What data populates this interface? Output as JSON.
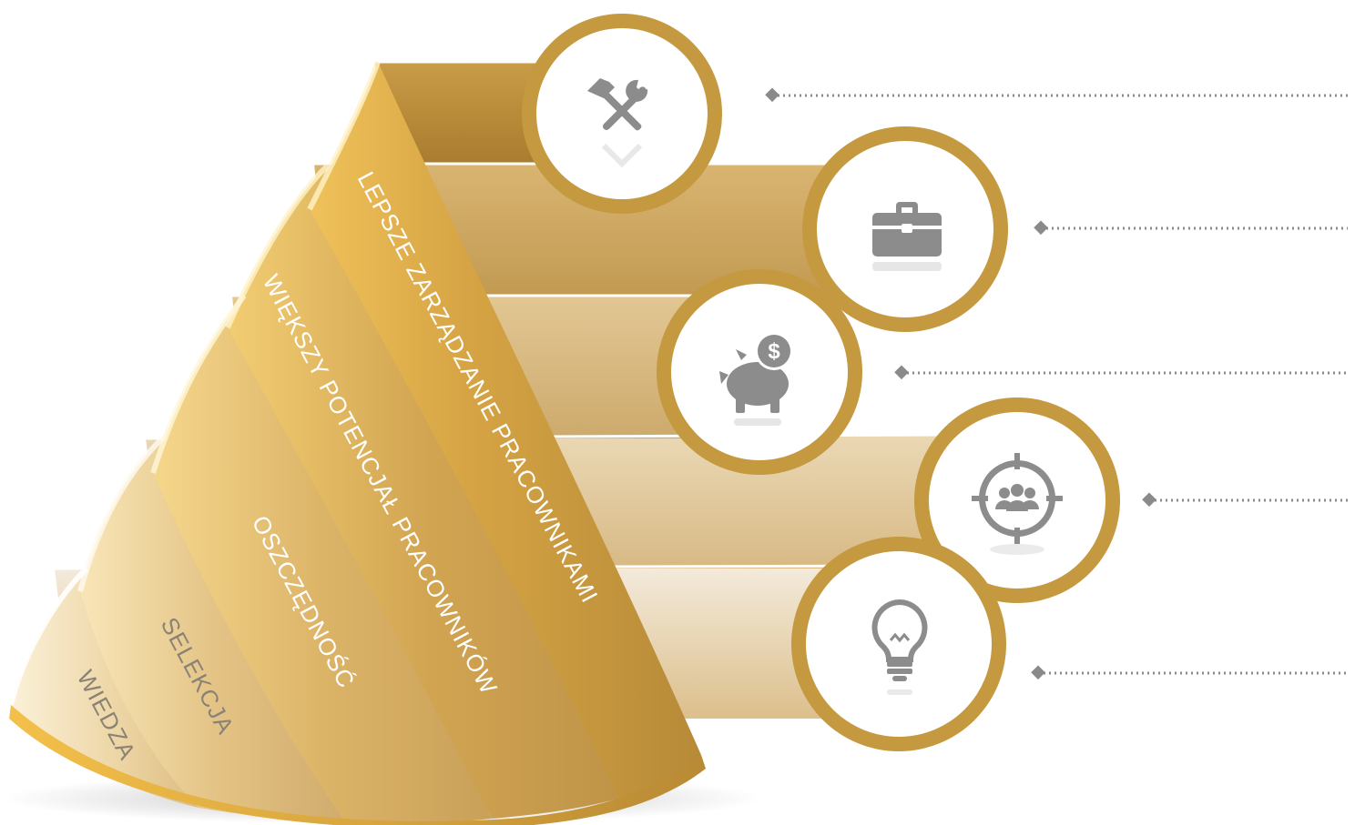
{
  "layers": [
    {
      "label": "LEPSZE ZARZĄDZANIE PRACOWNIKAMI",
      "icon": "tools-icon"
    },
    {
      "label": "WIĘKSZY POTENCJAŁ PRACOWNIKÓW",
      "icon": "briefcase-icon"
    },
    {
      "label": "OSZCZĘDNOŚĆ",
      "icon": "piggy-bank-icon"
    },
    {
      "label": "SELEKCJA",
      "icon": "target-people-icon"
    },
    {
      "label": "WIEDZA",
      "icon": "lightbulb-icon"
    }
  ],
  "colors": {
    "ring": "#c4993f",
    "icon": "#8c8c8c",
    "dots": "#8a8a8a",
    "label_light": "#ffffff",
    "label_dark": "#8a8375"
  }
}
